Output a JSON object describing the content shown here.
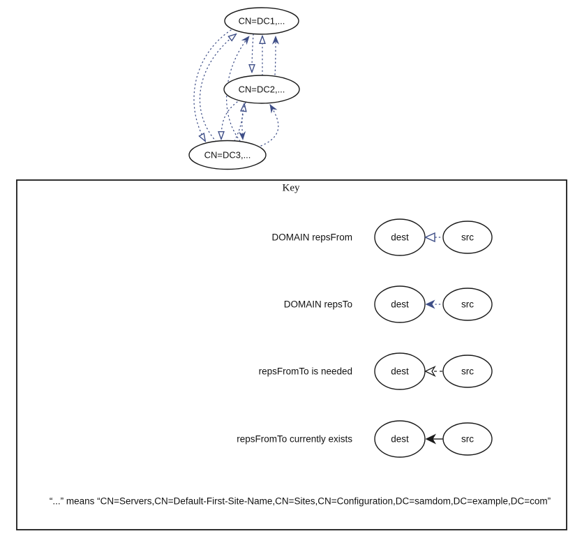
{
  "graph": {
    "nodes": [
      {
        "label": "CN=DC1,..."
      },
      {
        "label": "CN=DC2,..."
      },
      {
        "label": "CN=DC3,..."
      }
    ],
    "edge_types": {
      "repsFrom": "blue dotted line, open triangle arrowhead",
      "repsTo": "blue dotted line, filled vee arrowhead"
    }
  },
  "key": {
    "title": "Key",
    "rows": [
      {
        "label": "DOMAIN repsFrom",
        "dest_label": "dest",
        "src_label": "src",
        "arrow_style": "blue-open-triangle-dotted"
      },
      {
        "label": "DOMAIN repsTo",
        "dest_label": "dest",
        "src_label": "src",
        "arrow_style": "blue-filled-vee-dotted"
      },
      {
        "label": "repsFromTo is needed",
        "dest_label": "dest",
        "src_label": "src",
        "arrow_style": "black-open-vee-dashed"
      },
      {
        "label": "repsFromTo currently exists",
        "dest_label": "dest",
        "src_label": "src",
        "arrow_style": "black-filled-vee-solid"
      }
    ],
    "note": "“...”  means  “CN=Servers,CN=Default-First-Site-Name,CN=Sites,CN=Configuration,DC=samdom,DC=example,DC=com”"
  },
  "colors": {
    "edge_blue": "#3e4e87",
    "line_black": "#1a1a1a",
    "node_outline": "#1a1a1a",
    "background": "#ffffff"
  }
}
